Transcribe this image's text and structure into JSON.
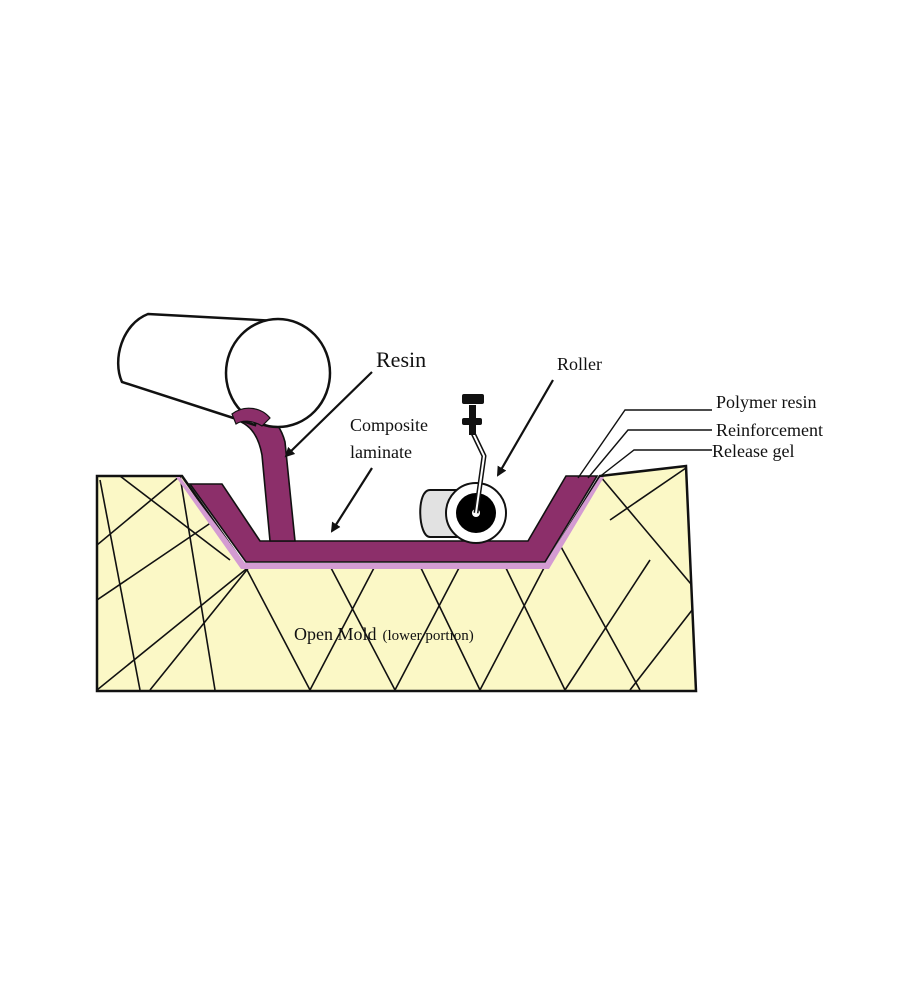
{
  "labels": {
    "resin": "Resin",
    "roller": "Roller",
    "composite_line1": "Composite",
    "composite_line2": "laminate",
    "polymer_resin": "Polymer resin",
    "reinforcement": "Reinforcement",
    "release_gel": "Release gel",
    "mold_main": "Open  Mold",
    "mold_sub": "(lower portion)"
  },
  "colors": {
    "mold_fill": "#fbf8c6",
    "resin": "#8c2f6a",
    "release_gel": "#d49bd2",
    "outline": "#111111",
    "container": "#ffffff",
    "roller_body": "#e2e2e2",
    "roller_core": "#000000"
  },
  "icons": {
    "container": "resin-bucket-icon",
    "roller": "hand-roller-icon"
  }
}
